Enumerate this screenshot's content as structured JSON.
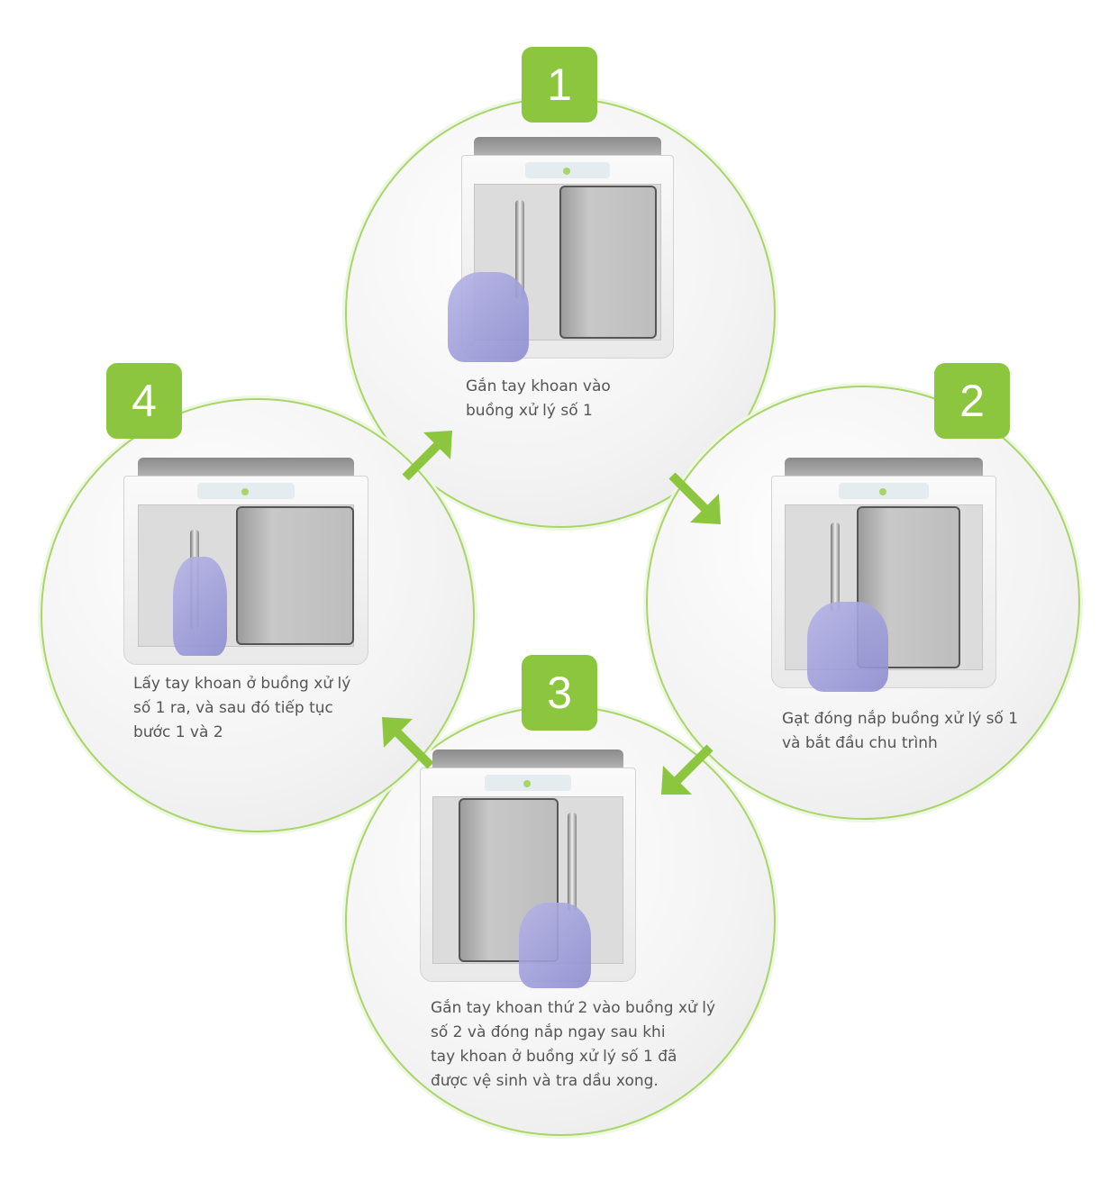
{
  "steps": [
    {
      "number": "1",
      "caption": "Gắn tay khoan vào\nbuồng xử lý số 1"
    },
    {
      "number": "2",
      "caption": "Gạt đóng nắp buồng xử lý số 1\nvà bắt đầu chu trình"
    },
    {
      "number": "3",
      "caption": "Gắn tay khoan thứ 2 vào buồng xử lý\nsố 2 và đóng nắp ngay sau khi\ntay khoan ở buồng xử lý số 1 đã\n    được vệ sinh và tra dầu xong."
    },
    {
      "number": "4",
      "caption": "Lấy tay khoan ở buồng xử lý\nsố 1 ra, và sau đó tiếp tục\nbước 1 và 2"
    }
  ],
  "colors": {
    "accent": "#8cc63f",
    "text": "#555555"
  }
}
